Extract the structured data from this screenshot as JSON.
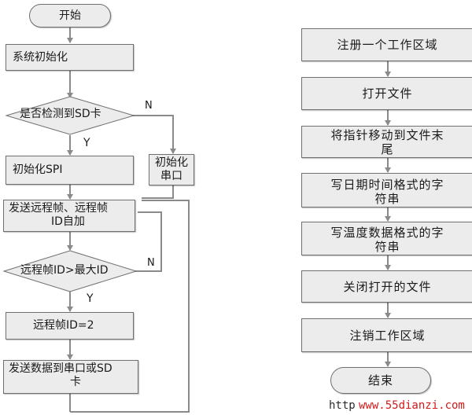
{
  "left_flow": {
    "start": "开始",
    "init_system": "系统初始化",
    "check_sd": "是否检测到SD卡",
    "no_label_1": "N",
    "yes_label_1": "Y",
    "init_spi": "初始化SPI",
    "init_serial_line1": "初始化",
    "init_serial_line2": "串口",
    "send_frame_line1": "发送远程帧、远程帧",
    "send_frame_line2": "ID自加",
    "compare_id": "远程帧ID>最大ID",
    "no_label_2": "N",
    "yes_label_2": "Y",
    "set_id": "远程帧ID=2",
    "send_data_line1": "发送数据到串口或SD",
    "send_data_line2": "卡"
  },
  "right_flow": {
    "register_area": "注册一个工作区域",
    "open_file": "打开文件",
    "move_pointer_line1": "将指针移动到文件末",
    "move_pointer_line2": "尾",
    "write_date_line1": "写日期时间格式的字",
    "write_date_line2": "符串",
    "write_temp_line1": "写温度数据格式的字",
    "write_temp_line2": "符串",
    "close_file": "关闭打开的文件",
    "unregister_area": "注销工作区域",
    "end": "结束"
  },
  "watermark": {
    "prefix": "http",
    "url": "www.55dianzi.com"
  },
  "colors": {
    "box_fill": "#ececec",
    "box_border": "#6f6f6f",
    "line": "#8a8a8a",
    "watermark_url": "#d11a1a"
  }
}
